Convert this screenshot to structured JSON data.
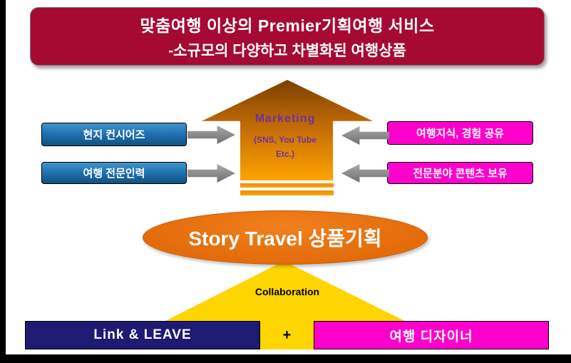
{
  "title": {
    "line1": "맞춤여행 이상의 Premier기획여행 서비스",
    "line2": "-소규모의 다양하고 차별화된 여행상품"
  },
  "marketing_arrow": {
    "title": "Marketing",
    "subtitle_line1": "(SNS, You Tube",
    "subtitle_line2": "Etc.)"
  },
  "left_boxes": [
    {
      "label": "현지 컨시어즈"
    },
    {
      "label": "여행 전문인력"
    }
  ],
  "right_boxes": [
    {
      "label": "여행지식, 경험 공유"
    },
    {
      "label": "전문분야 콘텐츠 보유"
    }
  ],
  "center": {
    "label": "Story Travel 상품기획"
  },
  "collaboration": {
    "label": "Collaboration"
  },
  "bottom": {
    "left_label": "Link & LEAVE",
    "plus": "+",
    "right_label": "여행 디자이너"
  },
  "colors": {
    "banner_bg": "#A60A33",
    "arrow_dark": "#7A4100",
    "arrow_light": "#FFA200",
    "marketing_text": "#7030A0",
    "blue_box": "#1F6FB0",
    "magenta": "#FF00CC",
    "gray_arrow": "#8C8C8C",
    "ellipse": "#E36C09",
    "yellow": "#FFD500",
    "navy": "#1F1B72",
    "frame": "#000000"
  }
}
